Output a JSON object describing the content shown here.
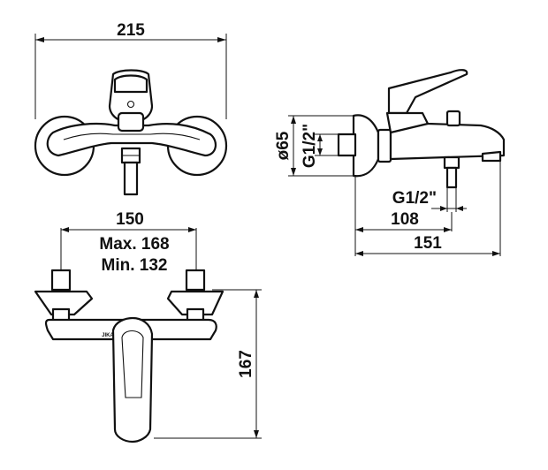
{
  "top_view": {
    "width_label": "215"
  },
  "front_view": {
    "centers_label": "150",
    "max_label": "Max. 168",
    "min_label": "Min. 132",
    "height_label": "167",
    "brand_mark": "JIKA"
  },
  "side_view": {
    "diameter_label": "ø65",
    "thread_label_vertical": "G1/2\"",
    "thread_label_horizontal": "G1/2\"",
    "dim_108_label": "108",
    "dim_151_label": "151"
  }
}
